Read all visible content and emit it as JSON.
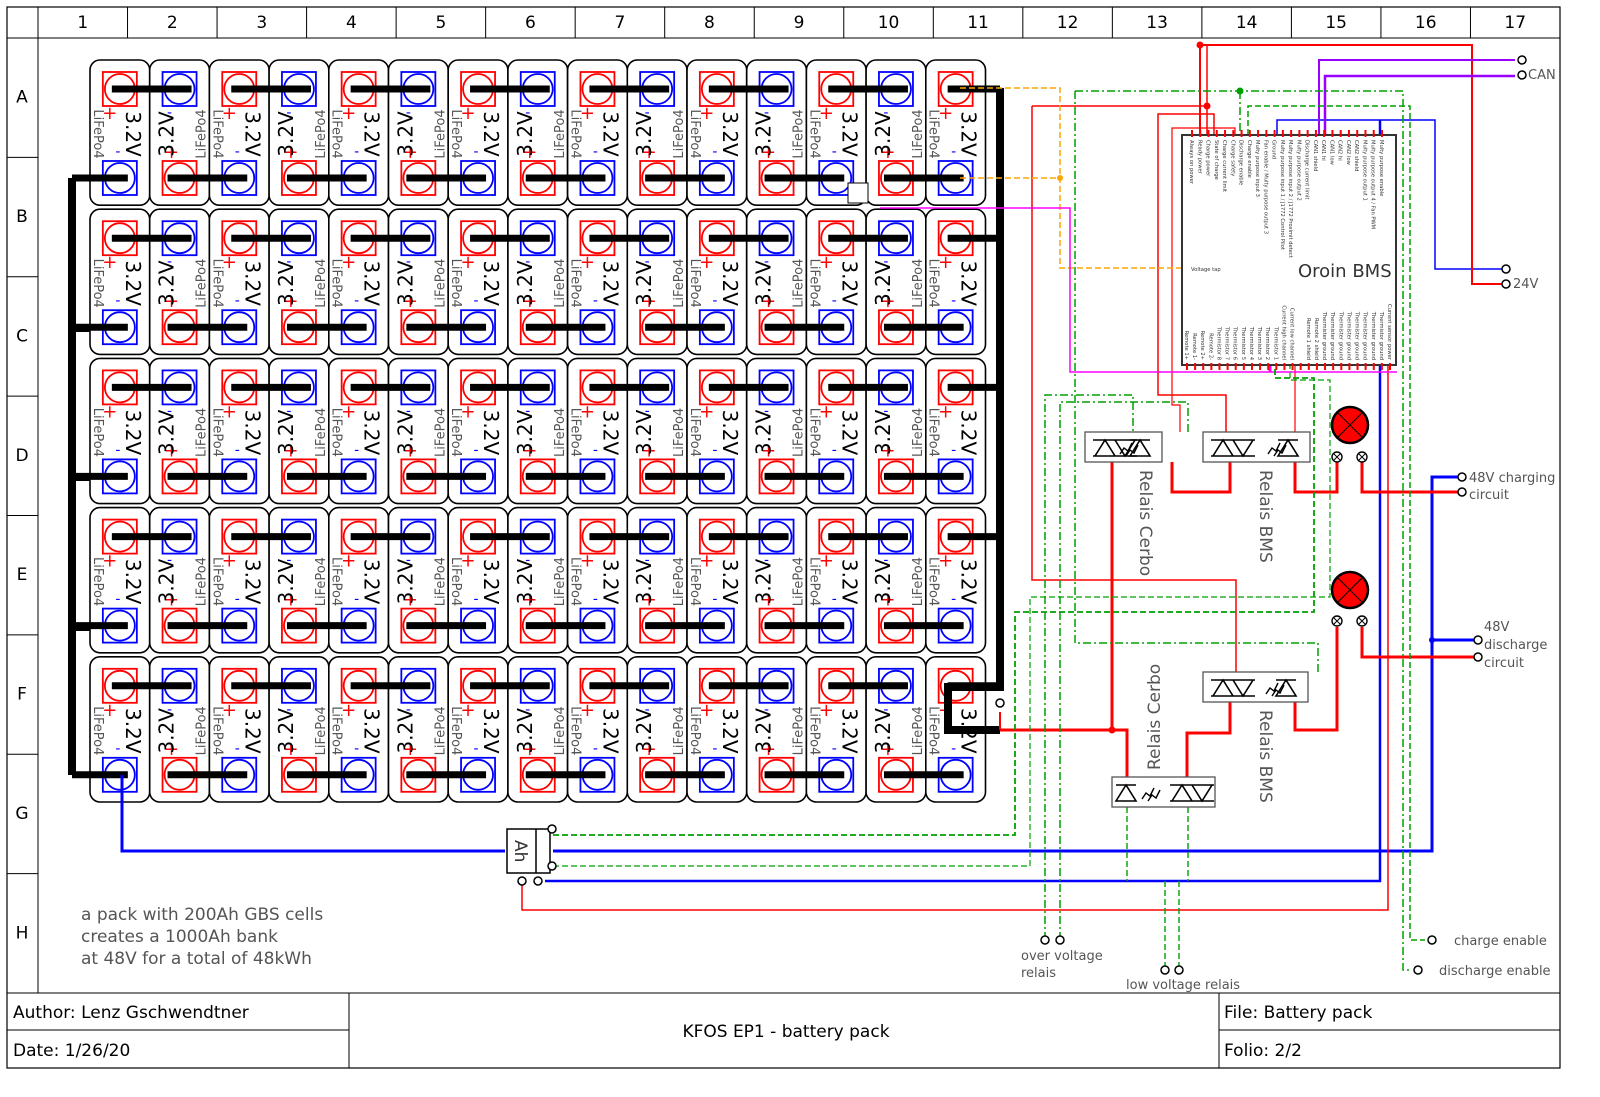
{
  "sheet": {
    "columns": [
      "1",
      "2",
      "3",
      "4",
      "5",
      "6",
      "7",
      "8",
      "9",
      "10",
      "11",
      "12",
      "13",
      "14",
      "15",
      "16",
      "17"
    ],
    "rows": [
      "A",
      "B",
      "C",
      "D",
      "E",
      "F",
      "G",
      "H"
    ]
  },
  "cells": {
    "voltage": "3.2V",
    "chemistry": "LiFePo4",
    "plus": "+",
    "minus": "-",
    "series_count": 15,
    "parallel_rows": 5
  },
  "bms": {
    "title": "Oroin BMS",
    "voltage_tap": "Voltage tap",
    "top_pins": [
      "Always on power",
      "Ready power",
      "Charge power",
      "State of charge",
      "Charge current limit",
      "Charge safety",
      "Discharge enable",
      "Charge enable",
      "Multy purpose input 3",
      "Fan enable / Multy purpose output 3",
      "Ground",
      "Multy purpose input 1 / J1772 Control Pilot",
      "Multy purpose input 2 / J1772 Proximit detect",
      "Multy purpose output 2",
      "Discharge current limit",
      "CAN1 shield",
      "CAN1 hi",
      "CAN1 low",
      "CAN2 hi",
      "CAN2 low",
      "CAN2 shield",
      "Multy purpose output 1",
      "Multy purpose output 4 / Fan PWM",
      "Multy purpose enable"
    ],
    "bottom_pins": [
      "Remote 1+",
      "Remote 1-",
      "Remote 2+",
      "Remote 2-",
      "Thermistor 8",
      "Thermistor 7",
      "Thermistor 6",
      "Thermistor 5",
      "Thermistor 4",
      "Thermistor 3",
      "Thermistor 2",
      "Thermistor 1",
      "Current high channel",
      "Current low channel",
      "",
      "Remote 1 shield",
      "Remote 2 shield",
      "Thermister ground",
      "Thermister ground",
      "Thermister ground",
      "Thermister ground",
      "Thermister ground",
      "Thermister ground",
      "Thermister ground",
      "Thermistor ground",
      "Current sensor power"
    ]
  },
  "relays": {
    "cerbo": "Relais Cerbo",
    "bms": "Relais BMS"
  },
  "shunt": {
    "label": "Ah"
  },
  "connectors": {
    "can": "CAN",
    "v24": "24V",
    "charging": [
      "48V charging",
      "circuit"
    ],
    "discharge": [
      "48V",
      "discharge",
      "circuit"
    ],
    "over_voltage": [
      "over voltage",
      "relais"
    ],
    "low_voltage": "low voltage relais",
    "charge_enable": "charge enable",
    "discharge_enable": "discharge enable"
  },
  "note": [
    "a pack with 200Ah GBS cells",
    "creates a 1000Ah bank",
    "at 48V for a total of 48kWh"
  ],
  "title_block": {
    "author": "Author: Lenz Gschwendtner",
    "date": "Date: 1/26/20",
    "title": "KFOS EP1 - battery pack",
    "file": "File: Battery pack",
    "folio": "Folio: 2/2"
  },
  "colors": {
    "positive": "#ff0000",
    "negative": "#0000ff",
    "busbar": "#000000",
    "can": "#9900ff",
    "voltage_tap": "#ffa500",
    "enable": "#00a000",
    "thermistor": "#ff00ff",
    "lamp": "#ff0000"
  }
}
